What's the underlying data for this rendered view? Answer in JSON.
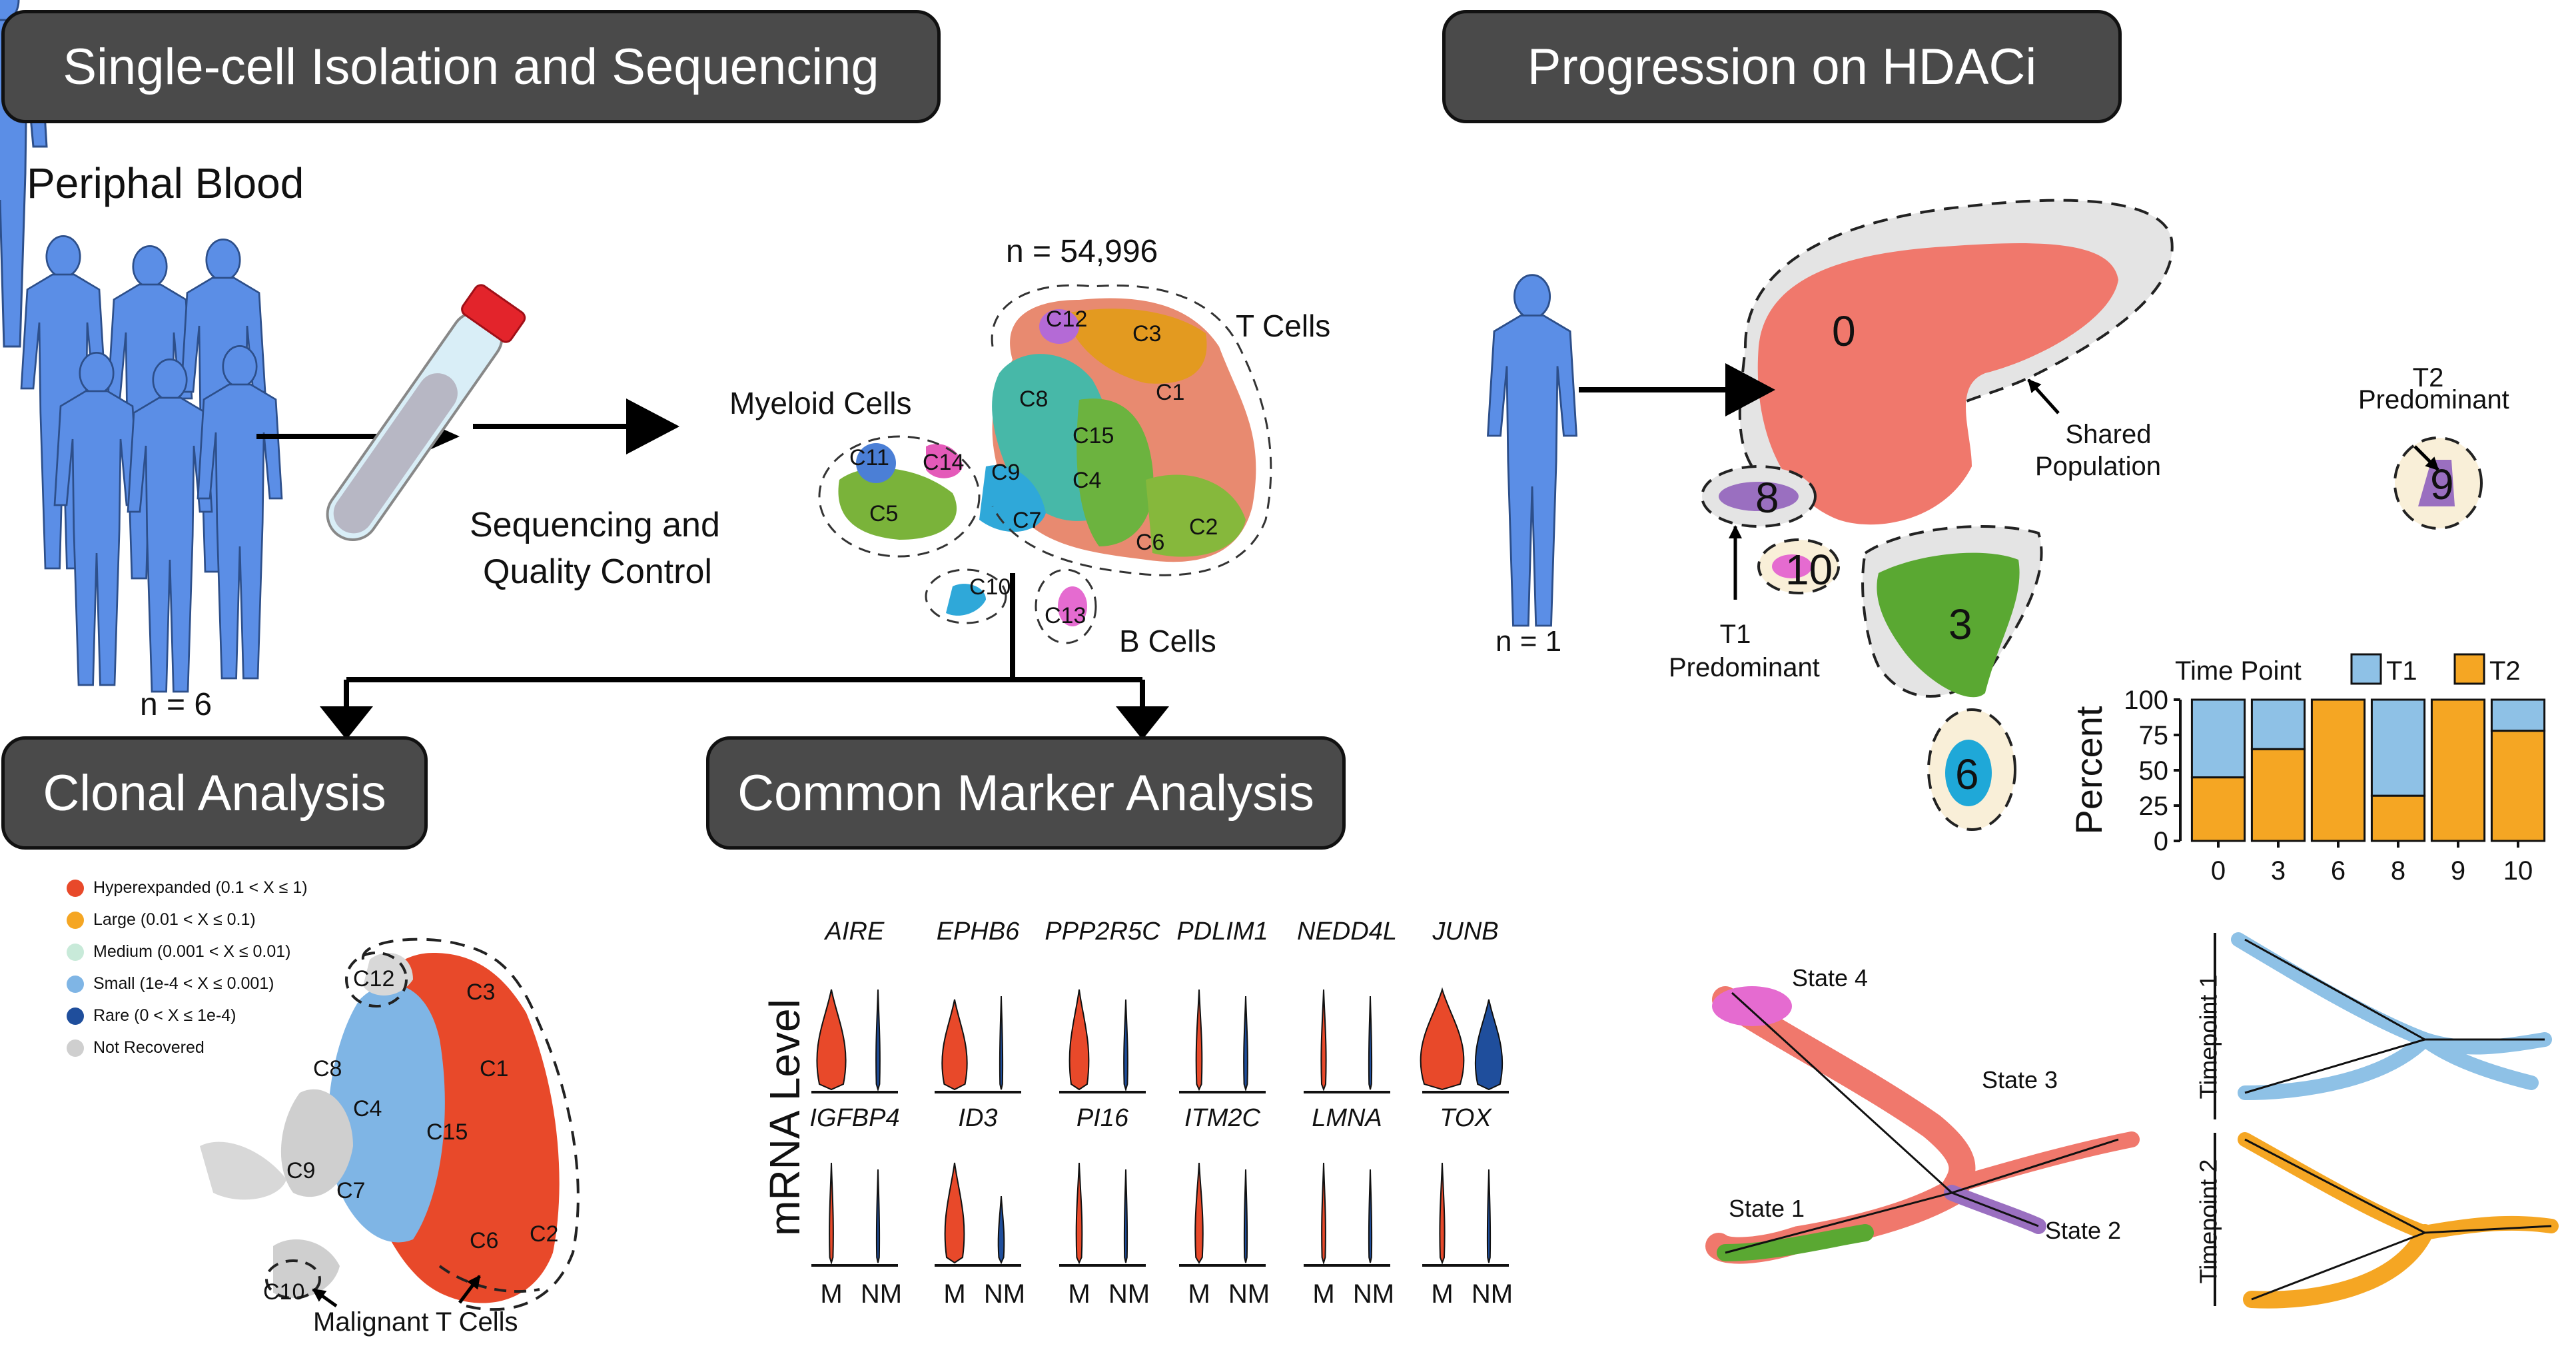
{
  "banners": {
    "isolation": "Single-cell Isolation and Sequencing",
    "progression": "Progression on HDACi",
    "clonal": "Clonal Analysis",
    "marker": "Common Marker Analysis"
  },
  "isolation": {
    "source": "Periphal Blood",
    "n_patients": "n = 6",
    "sequencing_line1": "Sequencing and",
    "sequencing_line2": "Quality Control",
    "n_cells": "n = 54,996",
    "t_cells": "T Cells",
    "myeloid": "Myeloid Cells",
    "b_cells": "B Cells",
    "clusters": [
      "C1",
      "C2",
      "C3",
      "C4",
      "C5",
      "C6",
      "C7",
      "C8",
      "C9",
      "C10",
      "C11",
      "C12",
      "C13",
      "C14",
      "C15"
    ]
  },
  "progression": {
    "n_patient": "n = 1",
    "cluster_labels": [
      "0",
      "3",
      "6",
      "8",
      "9",
      "10"
    ],
    "shared_line1": "Shared",
    "shared_line2": "Population",
    "t2_line1": "T2",
    "t2_line2": "Predominant",
    "t1_line1": "T1",
    "t1_line2": "Predominant",
    "states": [
      "State 4",
      "State 3",
      "State 1",
      "State 2"
    ],
    "timepoints": [
      "Timepoint 1",
      "Timepoint 2"
    ]
  },
  "chart_data": {
    "type": "bar",
    "stacked": true,
    "legend_title": "Time Point",
    "categories": [
      "0",
      "3",
      "6",
      "8",
      "9",
      "10"
    ],
    "series": [
      {
        "name": "T1",
        "values": [
          55,
          35,
          0,
          68,
          0,
          22
        ]
      },
      {
        "name": "T2",
        "values": [
          45,
          65,
          100,
          32,
          100,
          78
        ]
      }
    ],
    "ylabel": "Percent",
    "yticks": [
      "0",
      "25",
      "50",
      "75",
      "100"
    ],
    "ylim": [
      0,
      100
    ],
    "colors": {
      "T1": "#8ec1e6",
      "T2": "#f5a623"
    }
  },
  "clonal": {
    "legend": [
      {
        "label": "Hyperexpanded (0.1 < X ≤ 1)",
        "color": "#e8492a"
      },
      {
        "label": "Large (0.01 < X ≤ 0.1)",
        "color": "#f5a623"
      },
      {
        "label": "Medium (0.001 < X ≤ 0.01)",
        "color": "#c8ead9"
      },
      {
        "label": "Small (1e-4 < X ≤ 0.001)",
        "color": "#7fb5e5"
      },
      {
        "label": "Rare (0 < X ≤ 1e-4)",
        "color": "#1f4e9c"
      },
      {
        "label": "Not Recovered",
        "color": "#cfcfcf"
      }
    ],
    "clusters": [
      "C12",
      "C3",
      "C1",
      "C8",
      "C4",
      "C15",
      "C9",
      "C7",
      "C6",
      "C2",
      "C10"
    ],
    "malignant": "Malignant T Cells"
  },
  "markers": {
    "ylabel": "mRNA Level",
    "top_genes": [
      "AIRE",
      "EPHB6",
      "PPP2R5C",
      "PDLIM1",
      "NEDD4L",
      "JUNB"
    ],
    "bottom_genes": [
      "IGFBP4",
      "ID3",
      "PI16",
      "ITM2C",
      "LMNA",
      "TOX"
    ],
    "group_m": "M",
    "group_nm": "NM",
    "m_color": "#e8492a",
    "nm_color": "#1f4e9c"
  },
  "colors": {
    "silhouette": "#5b8ee6",
    "banner": "#4a4a4a",
    "salmon": "#f0786c",
    "green": "#5aa832",
    "cyan": "#1fa8d8",
    "purple": "#9a6fc0",
    "pink": "#e56bd0"
  }
}
